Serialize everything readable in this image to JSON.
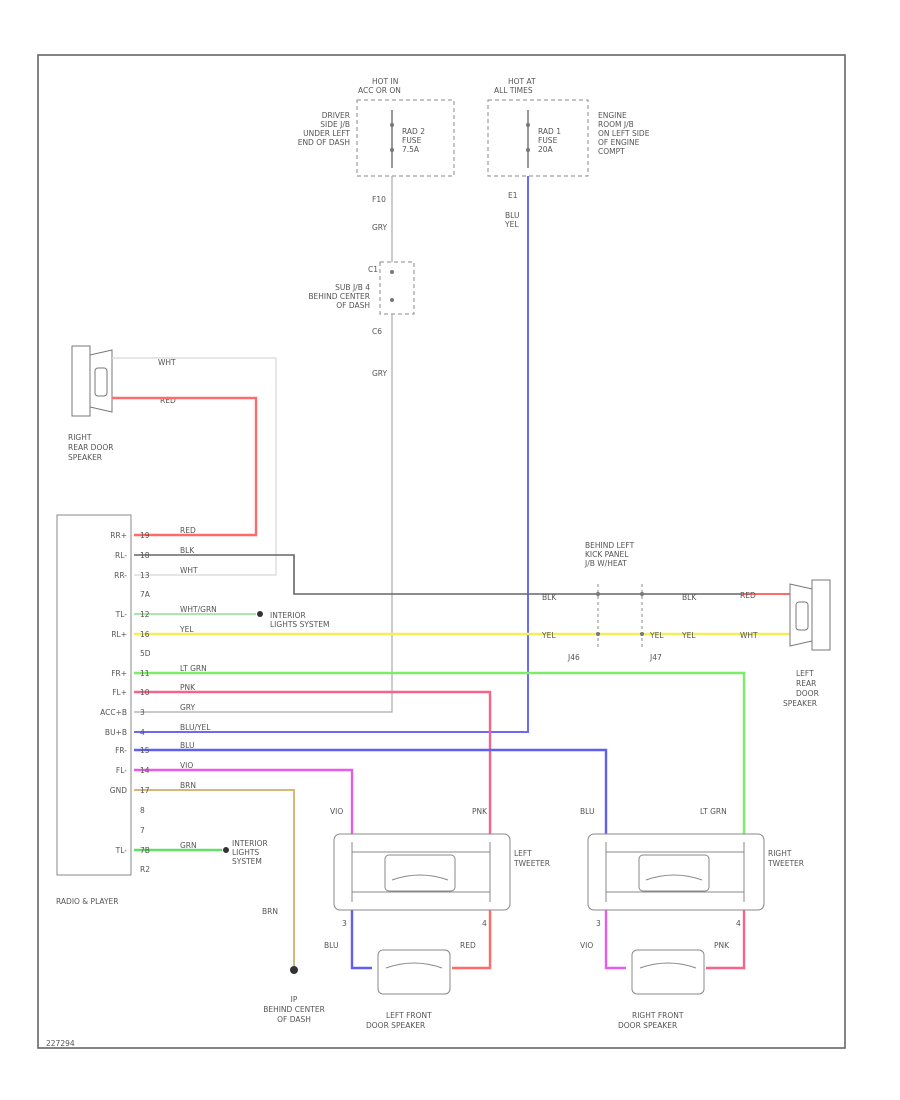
{
  "colors": {
    "red": "#ff6b6b",
    "pink": "#f7648a",
    "gray": "#999999",
    "dark": "#555555",
    "yellow": "#f2ef5a",
    "green": "#63e063",
    "ltgreen": "#7dec66",
    "blue": "#5f5ff0",
    "blue2": "#6a6af5",
    "magenta": "#e85ae8",
    "tan": "#d8b67a",
    "white": "#dddddd"
  },
  "fuses": {
    "left_hot": "HOT IN\nACC OR ON",
    "left_jb": "DRIVER\nSIDE J/B\nUNDER LEFT\nEND OF DASH",
    "left_fuse": "RAD 2\nFUSE\n7.5A",
    "right_hot": "HOT AT\nALL TIMES",
    "right_jb": "ENGINE\nROOM J/B\nON LEFT SIDE\nOF ENGINE\nCOMPT",
    "right_fuse": "RAD 1\nFUSE\n20A"
  },
  "wires": {
    "f10": "F10",
    "gry1": "GRY",
    "e1": "E1",
    "blu_yel": "BLU/\nYEL",
    "subjb": "SUB J/B 4\nBEHIND CENTER\nOF DASH",
    "c6": "C6",
    "gry2": "GRY",
    "c1_top": "C1"
  },
  "speakers": {
    "right_rear": "RIGHT\nREAR DOOR\nSPEAKER",
    "left_rear": "LEFT\nREAR\nDOOR\nSPEAKER",
    "left_front": "LEFT FRONT\nDOOR SPEAKER",
    "right_front": "RIGHT FRONT\nDOOR SPEAKER",
    "left_tweeter": "LEFT\nTWEETER",
    "right_tweeter": "RIGHT\nTWEETER"
  },
  "radio": {
    "label": "RADIO & PLAYER",
    "pins": [
      {
        "name": "RR+",
        "num": "19",
        "wire": "RED"
      },
      {
        "name": "RL-",
        "num": "18",
        "wire": "BLK"
      },
      {
        "name": "RR-",
        "num": "13",
        "wire": "WHT"
      },
      {
        "name": "",
        "num": "7A",
        "wire": ""
      },
      {
        "name": "TL-",
        "num": "12",
        "wire": "WHT/GRN"
      },
      {
        "name": "RL+",
        "num": "16",
        "wire": "YEL"
      },
      {
        "name": "",
        "num": "5D",
        "wire": ""
      },
      {
        "name": "FR+",
        "num": "11",
        "wire": "LT GRN"
      },
      {
        "name": "FL+",
        "num": "10",
        "wire": "PNK"
      },
      {
        "name": "ACC+B",
        "num": "3",
        "wire": "GRY"
      },
      {
        "name": "BU+B",
        "num": "4",
        "wire": "BLU/YEL"
      },
      {
        "name": "FR-",
        "num": "15",
        "wire": "BLU"
      },
      {
        "name": "FL-",
        "num": "14",
        "wire": "VIO"
      },
      {
        "name": "GND",
        "num": "17",
        "wire": "BRN"
      },
      {
        "name": "",
        "num": "8",
        "wire": ""
      },
      {
        "name": "",
        "num": "7",
        "wire": ""
      },
      {
        "name": "TL-",
        "num": "7B",
        "wire": "GRN"
      },
      {
        "name": "",
        "num": "R2",
        "wire": ""
      }
    ]
  },
  "misc": {
    "interior_lights": "INTERIOR\nLIGHTS SYSTEM",
    "interior_lights2": "INTERIOR\nLIGHTS\nSYSTEM",
    "wht_top": "WHT",
    "red_top": "RED",
    "kick_panel": "BEHIND LEFT\nKICK PANEL\nJ/B W/HEAT",
    "blk_a": "BLK",
    "blk_b": "BLK",
    "red_r": "RED",
    "yel_a": "YEL",
    "yel_b": "YEL",
    "yel_c": "YEL",
    "wht_r": "WHT",
    "j46": "J46",
    "j47": "J47",
    "vio_lt": "VIO",
    "pnk_lt": "PNK",
    "blu_rt": "BLU",
    "ltgrn_rt": "LT GRN",
    "blu_lf": "BLU",
    "red_lf": "RED",
    "vio_rf": "VIO",
    "pnk_rf": "PNK",
    "brn_gnd": "BRN",
    "ground_label": "IP\nBEHIND CENTER\nOF DASH",
    "pin3": "3",
    "pin4": "4",
    "pin3b": "3",
    "pin4b": "4",
    "code": "227294"
  }
}
